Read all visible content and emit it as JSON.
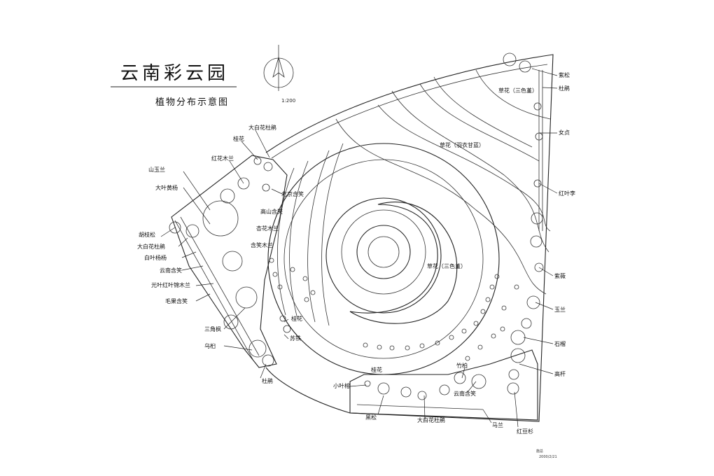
{
  "title": "云南彩云园",
  "subtitle": "植物分布示意图",
  "scale": "1:200",
  "signature": "施总",
  "date": "2000/2/21",
  "labels": {
    "ziyong": "紫松",
    "dujuan_tr": "杜鹃",
    "caohua_sanse_top": "草花（三色堇）",
    "nvzhen": "女贞",
    "caohua_yuyi": "草花（羽衣甘蓝）",
    "hongyeli": "红叶李",
    "ziwei": "紫薇",
    "yulan_r": "玉兰",
    "shiliu": "石榴",
    "chuanzhou": "高杆",
    "caohua_sanse_center": "草花（三色堇）",
    "guihua_bottom": "桂花",
    "xiaoyeyong": "小叶榕",
    "zhuohuagui": "竹柏",
    "yunnan_chaxiao": "云南含笑",
    "heisong": "黑松",
    "dabaihua_dujuan_bottom": "大白花杜鹃",
    "maoqie": "马兰",
    "hongdoushan": "红豆杉",
    "dabaihua_dujuan_top": "大白花杜鹃",
    "guihua_top": "桂花",
    "honghuamulan": "红花木兰",
    "shanyulan": "山玉兰",
    "dayehuangyang": "大叶黄杨",
    "beiyixiaoxiao": "北京含笑",
    "gaoshan_chaoxiao": "高山含笑",
    "yiying_mulan": "杏花木兰",
    "yingxiao_mulan": "含笑木兰",
    "hongbaichun": "胡枝松",
    "dabaihua_dujuan_left": "大白花杜鹃",
    "baiyeyangyang": "白叶杨杨",
    "yunnanhan": "云南含笑",
    "guangyeyejiang": "光叶红叶锦木兰",
    "maoguo_chaoxiao": "毛果含笑",
    "guihua_mid": "桂花",
    "sudie": "苏铁",
    "sanjiaofeng": "三角枫",
    "maomu": "乌桕",
    "dujuan_bottom": "杜鹃"
  }
}
